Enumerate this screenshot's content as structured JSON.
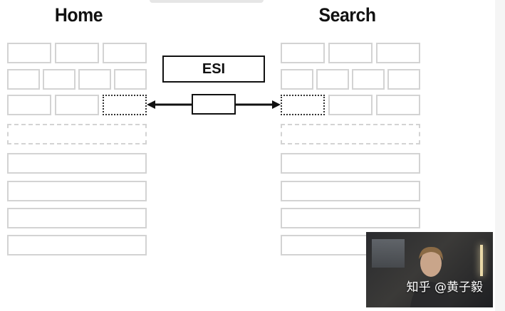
{
  "diagram": {
    "left_title": "Home",
    "right_title": "Search",
    "center_label": "ESI"
  },
  "video_overlay": {
    "watermark": "知乎 @黄子毅"
  }
}
